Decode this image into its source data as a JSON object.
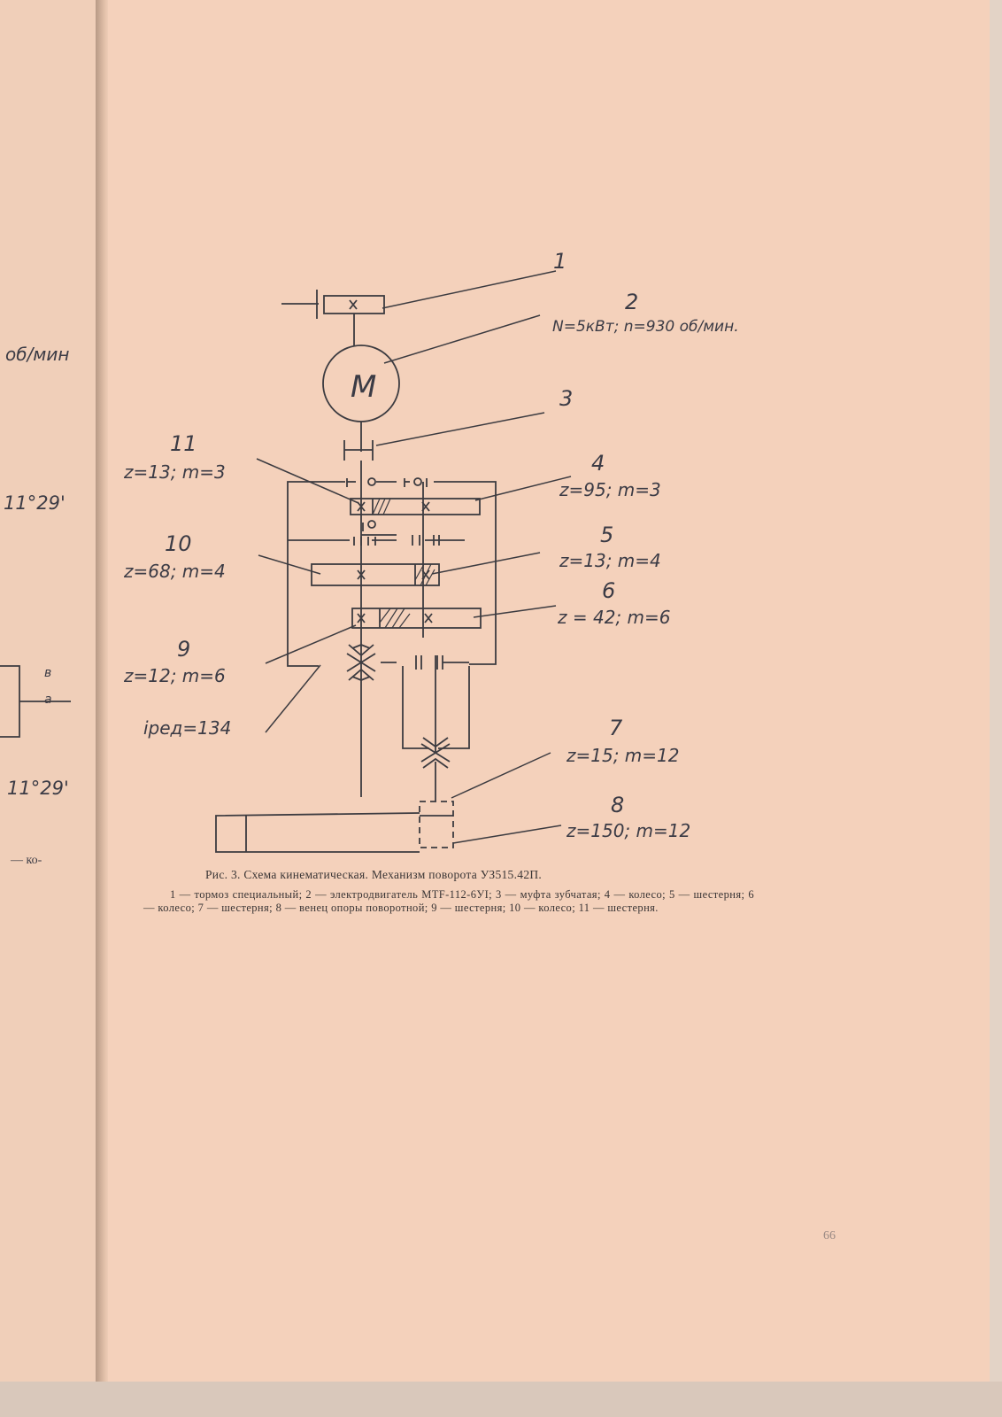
{
  "figure": {
    "caption_title": "Рис. 3.  Схема кинематическая.  Механизм поворота  УЗ515.42П.",
    "caption_legend": "1 — тормоз  специальный; 2 — электродвигатель МТF-112-6УI; 3 — муфта зубчатая;  4 — колесо;  5 — шестерня;  6 — колесо;  7 — шестерня;  8 — венец опоры поворотной;  9 — шестерня;  10 — колесо;  11 — шестерня.",
    "motor_symbol": "M"
  },
  "labels": {
    "n1": "1",
    "n2": "2",
    "n2_spec": "N=5кВт;  n=930 об/мин.",
    "n3": "3",
    "n4": "4",
    "n4_spec": "z=95;  m=3",
    "n5": "5",
    "n5_spec": "z=13;  m=4",
    "n6": "6",
    "n6_spec": "z = 42;  m=6",
    "n7": "7",
    "n7_spec": "z=15;   m=12",
    "n8": "8",
    "n8_spec": "z=150; m=12",
    "n9": "9",
    "n9_spec": "z=12; m=6",
    "n10": "10",
    "n10_spec": "z=68; m=4",
    "n11": "11",
    "n11_spec": "z=13; m=3",
    "ratio": "iред=134"
  },
  "left_page": {
    "frag1": "об/мин",
    "frag2": "11°29'",
    "frag3": "11°29'",
    "frag4": "— ко-",
    "frag5": "в",
    "frag6": "а"
  },
  "page_number": "66"
}
